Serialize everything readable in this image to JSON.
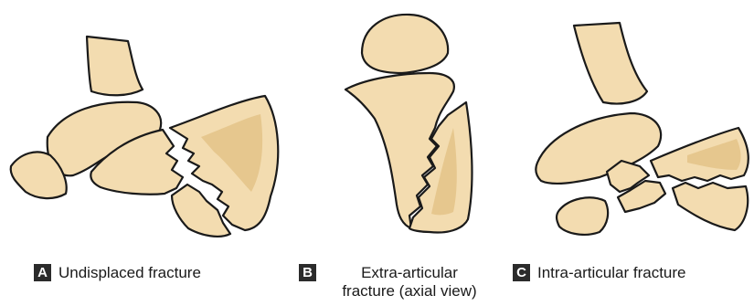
{
  "colors": {
    "bone_fill": "#f3dcb0",
    "bone_shade": "#e6c78e",
    "outline": "#1a1a1a",
    "label_box": "#2b2b2b"
  },
  "panels": [
    {
      "letter": "A",
      "caption": "Undisplaced fracture"
    },
    {
      "letter": "B",
      "caption_line1": "Extra-articular",
      "caption_line2": "fracture (axial view)"
    },
    {
      "letter": "C",
      "caption": "Intra-articular fracture"
    }
  ]
}
